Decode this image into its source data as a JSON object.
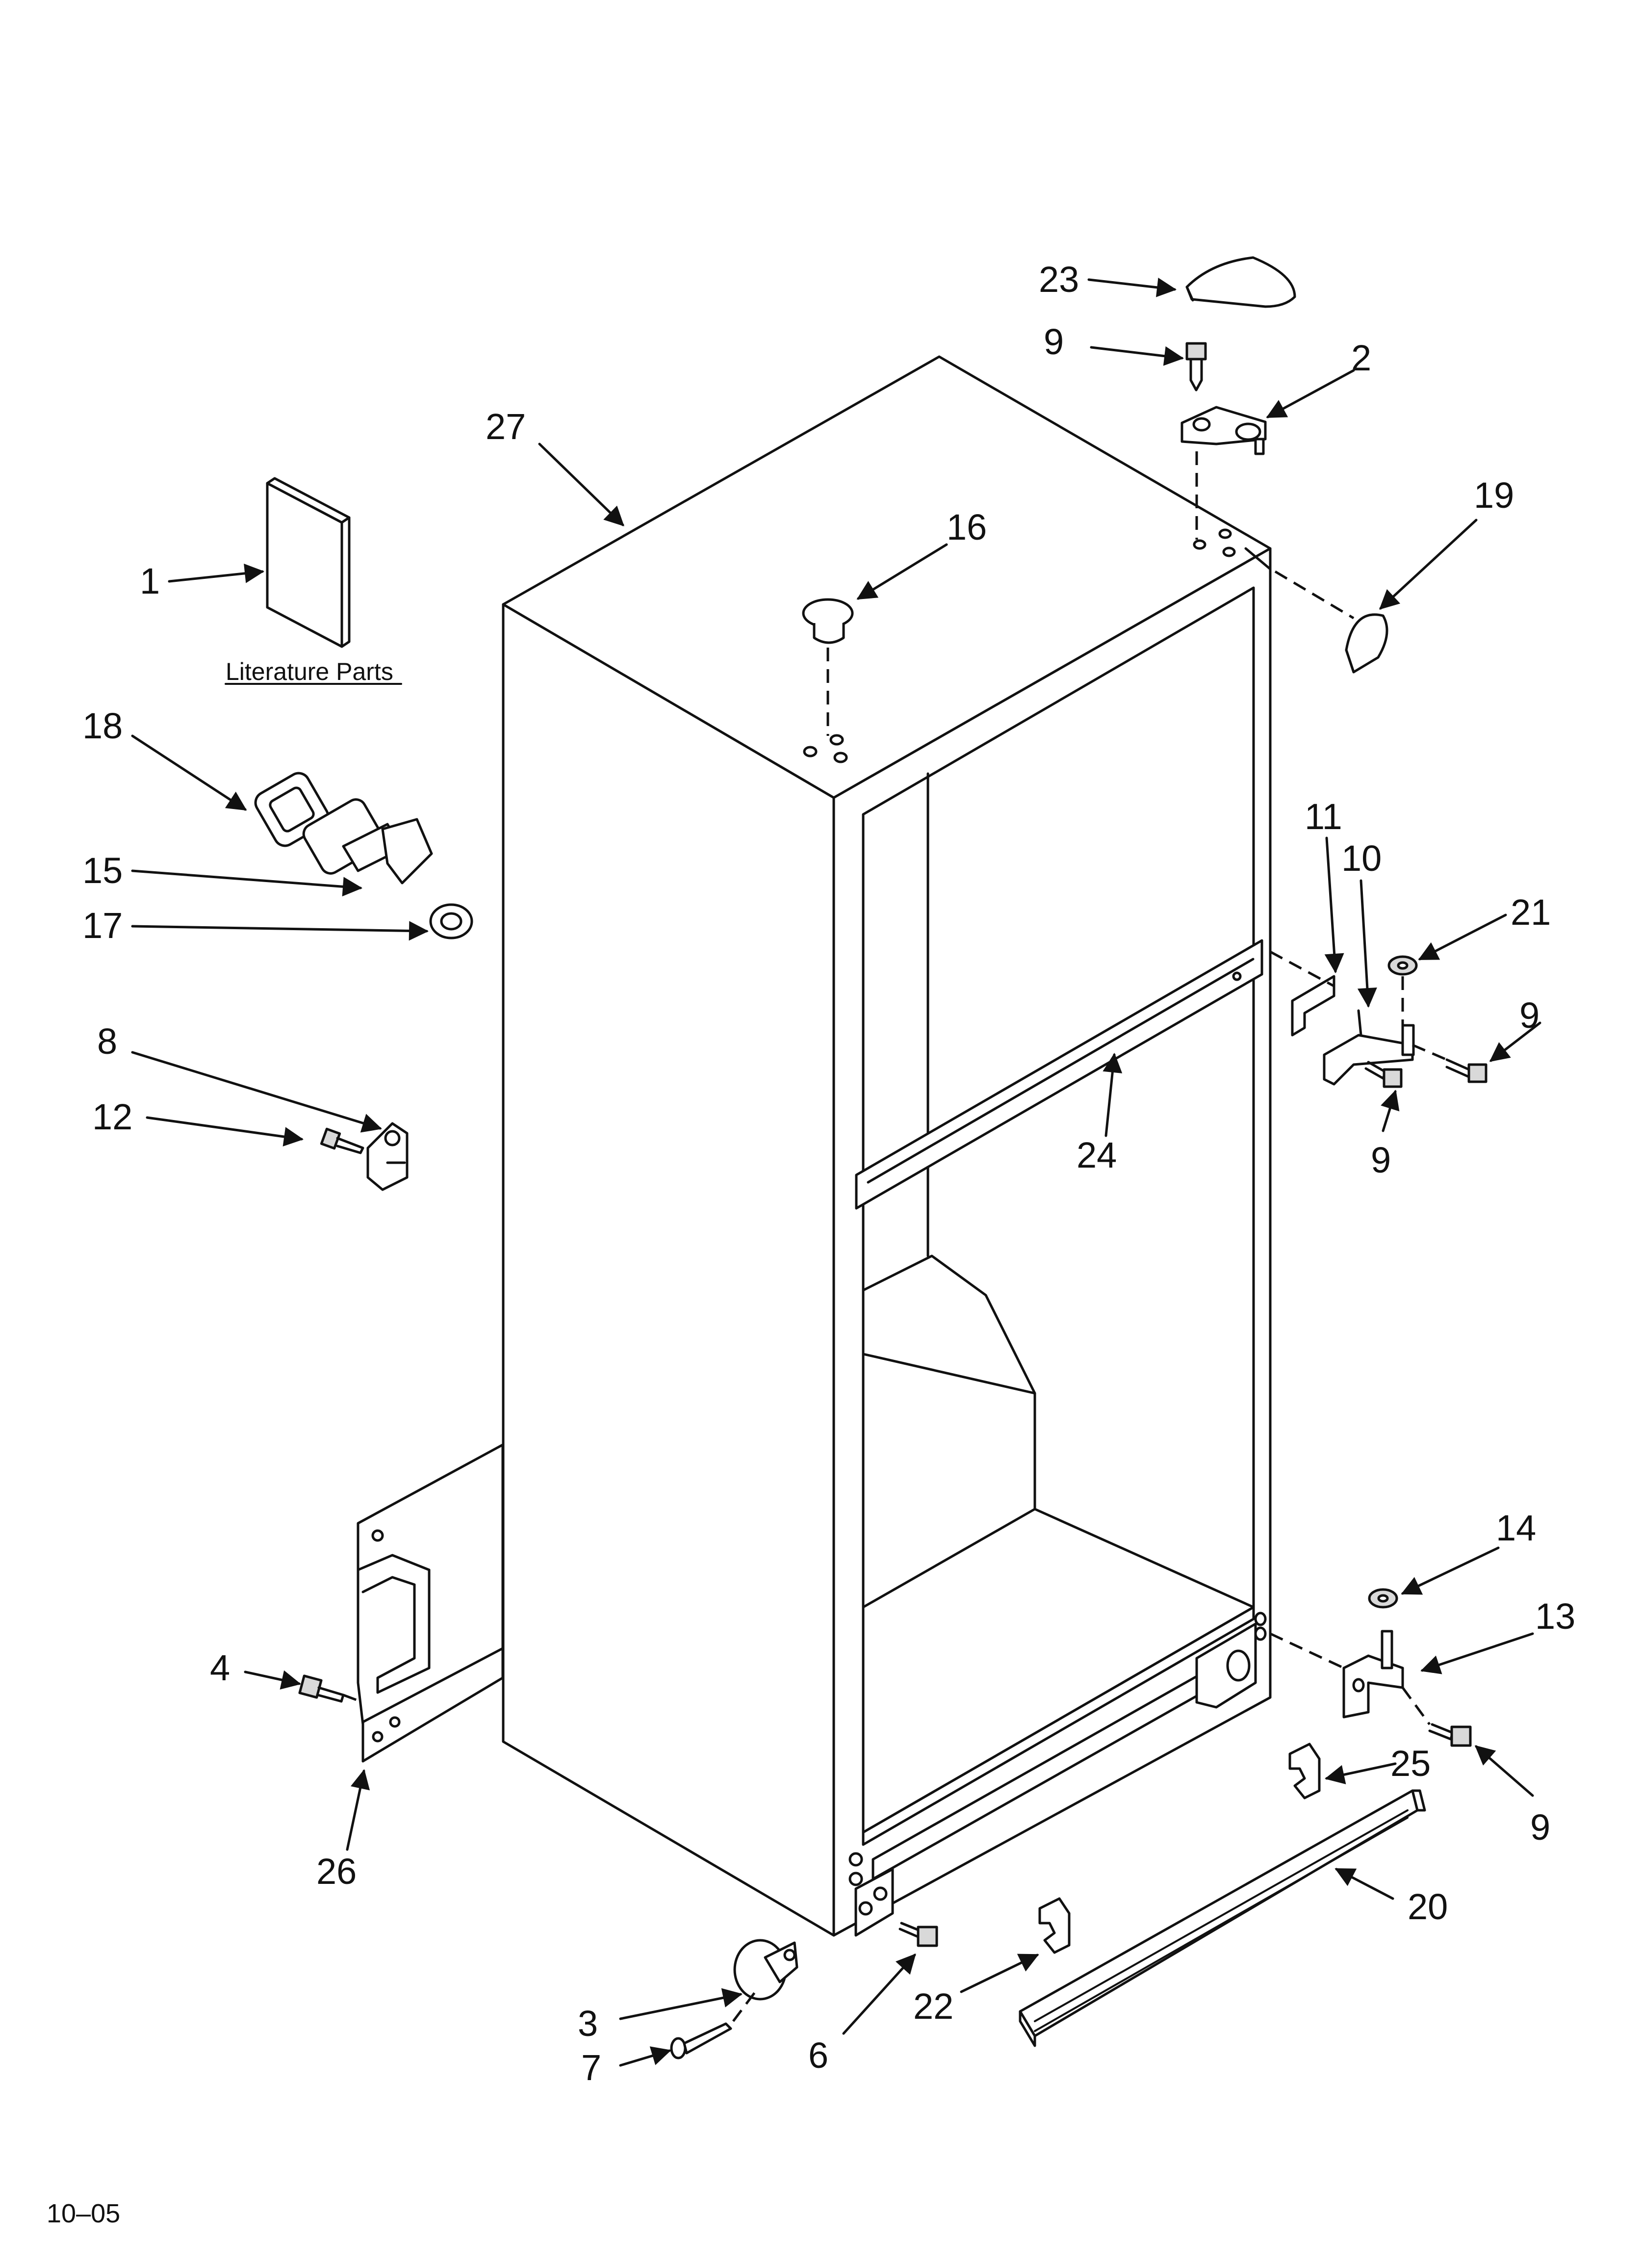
{
  "diagram": {
    "footer_code": "10–05",
    "literature_caption": "Literature Parts",
    "callouts": [
      {
        "id": "c1",
        "text": "1"
      },
      {
        "id": "c2",
        "text": "2"
      },
      {
        "id": "c3",
        "text": "3"
      },
      {
        "id": "c4",
        "text": "4"
      },
      {
        "id": "c6",
        "text": "6"
      },
      {
        "id": "c7",
        "text": "7"
      },
      {
        "id": "c8",
        "text": "8"
      },
      {
        "id": "c9a",
        "text": "9"
      },
      {
        "id": "c9b",
        "text": "9"
      },
      {
        "id": "c9c",
        "text": "9"
      },
      {
        "id": "c9d",
        "text": "9"
      },
      {
        "id": "c10",
        "text": "10"
      },
      {
        "id": "c11",
        "text": "11"
      },
      {
        "id": "c12",
        "text": "12"
      },
      {
        "id": "c13",
        "text": "13"
      },
      {
        "id": "c14",
        "text": "14"
      },
      {
        "id": "c15",
        "text": "15"
      },
      {
        "id": "c16",
        "text": "16"
      },
      {
        "id": "c17",
        "text": "17"
      },
      {
        "id": "c18",
        "text": "18"
      },
      {
        "id": "c19",
        "text": "19"
      },
      {
        "id": "c20",
        "text": "20"
      },
      {
        "id": "c21",
        "text": "21"
      },
      {
        "id": "c22",
        "text": "22"
      },
      {
        "id": "c23",
        "text": "23"
      },
      {
        "id": "c24",
        "text": "24"
      },
      {
        "id": "c25",
        "text": "25"
      },
      {
        "id": "c26",
        "text": "26"
      },
      {
        "id": "c27",
        "text": "27"
      }
    ]
  }
}
